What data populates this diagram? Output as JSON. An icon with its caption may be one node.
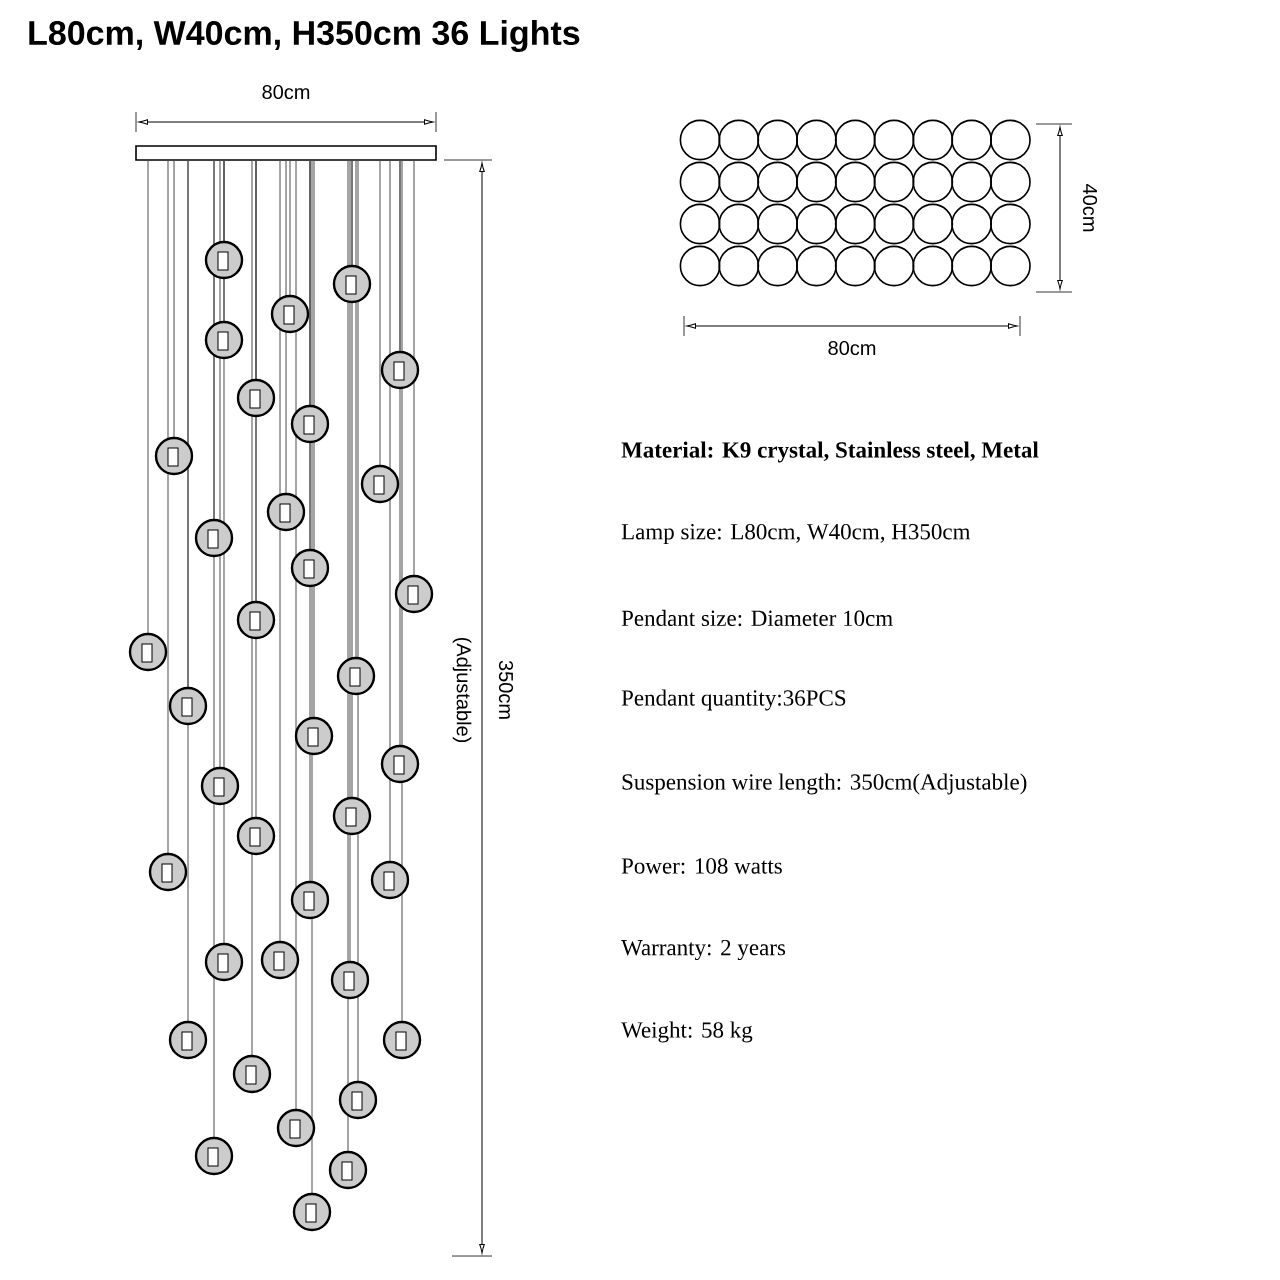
{
  "diagram": {
    "title": "L80cm, W40cm, H350cm 36 Lights",
    "labels": [
      "80cm",
      "80cm",
      "40cm",
      "350cm",
      "(Adjustable)",
      "Material: K9 crystal, Stainless steel, Metal",
      "Lamp size: L80cm, W40cm, H350cm",
      "Pendant size: Diameter 10cm",
      "Pendant quantity:36PCS",
      "Suspension wire length: 350cm(Adjustable)",
      "Power: 108 watts",
      "Warranty: 2 years",
      "Weight: 58 kg"
    ]
  }
}
